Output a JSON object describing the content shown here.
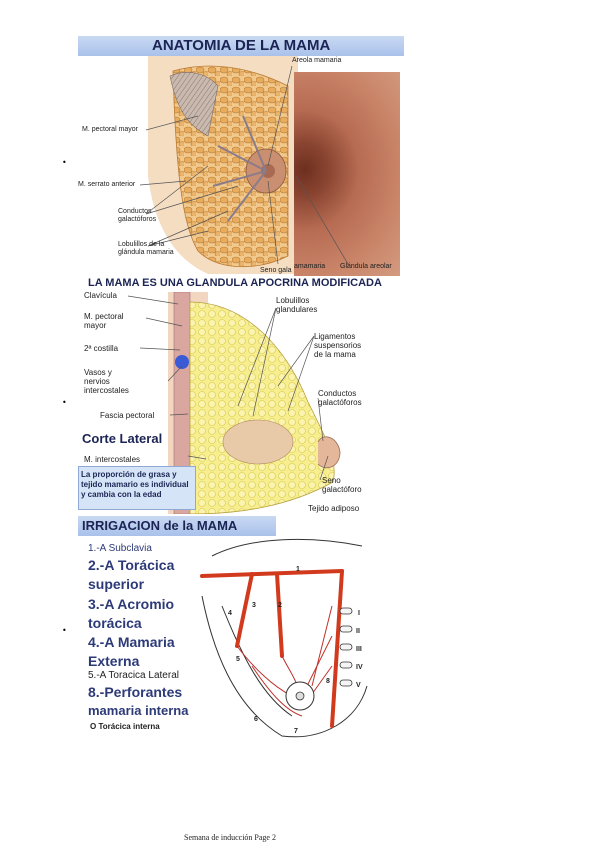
{
  "section1": {
    "title": "ANATOMIA DE LA MAMA",
    "labels": {
      "areola_mamaria": "Areola mamaria",
      "pectoral_mayor": "M. pectoral mayor",
      "serrato_anterior": "M. serrato anterior",
      "conductos_1": "Conductos",
      "conductos_2": "galactóforos",
      "lobulillos_1": "Lobulillos de la",
      "lobulillos_2": "glándula mamaria",
      "seno_gala": "Seno gala",
      "amamaria": "amamaria",
      "glandula_areolar": "Glándula areolar"
    }
  },
  "section2": {
    "title": "LA MAMA ES UNA GLANDULA APOCRINA MODIFICADA",
    "labels": {
      "clavicula": "Clavícula",
      "pectoral_1": "M. pectoral",
      "pectoral_2": "mayor",
      "costilla": "2ª costilla",
      "vasos_1": "Vasos y",
      "vasos_2": "nervios",
      "vasos_3": "intercostales",
      "fascia": "Fascia pectoral",
      "corte_lateral": "Corte Lateral",
      "intercostales": "M. intercostales",
      "lobulillos_1": "Lobulillos",
      "lobulillos_2": "glandulares",
      "ligamentos_1": "Ligamentos",
      "ligamentos_2": "suspensorios",
      "ligamentos_3": "de la mama",
      "conductos_1": "Conductos",
      "conductos_2": "galactóforos",
      "seno_1": "Seno",
      "seno_2": "galactóforo",
      "tejido": "Tejido adiposo"
    },
    "note_1": "La proporción de grasa y",
    "note_2": "tejido mamario es individual",
    "note_3": "y cambia con la edad"
  },
  "section3": {
    "title": "IRRIGACION de la MAMA",
    "items": {
      "i1": "1.-A Subclavia",
      "i2a": "2.-A Torácica",
      "i2b": "superior",
      "i3a": "3.-A Acromio",
      "i3b": "torácica",
      "i4a": "4.-A Mamaria",
      "i4b": "Externa",
      "i5": "5.-A Toracica Lateral",
      "i8a": "8.-Perforantes",
      "i8b": "mamaria interna",
      "i9": "O Torácica interna"
    },
    "ribs": [
      "I",
      "II",
      "III",
      "IV",
      "V"
    ],
    "numbers": [
      "1",
      "2",
      "3",
      "4",
      "5",
      "6",
      "7",
      "8"
    ]
  },
  "bullet": "•",
  "footer": "Semana de inducción Page 2"
}
